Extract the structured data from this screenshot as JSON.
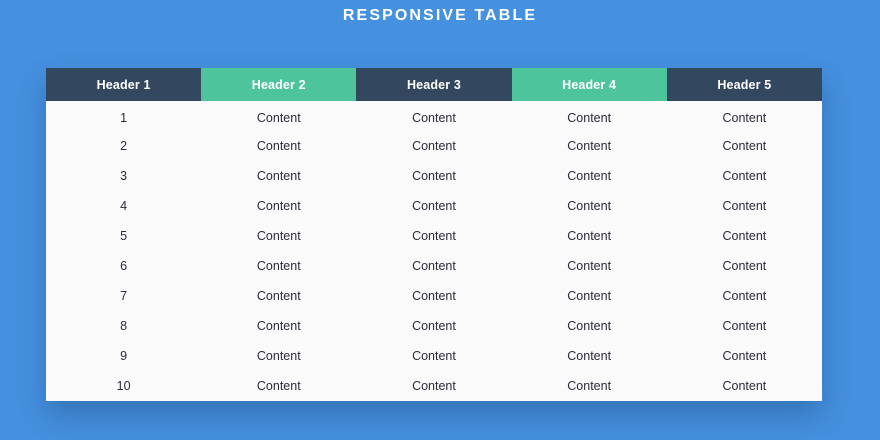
{
  "page": {
    "title": "RESPONSIVE TABLE",
    "background_color": "#4590df"
  },
  "colors": {
    "background": "#4590df",
    "header_dark": "#33475e",
    "header_accent": "#4ec49c",
    "row_background": "#fafafa",
    "title_text": "#ffffff",
    "body_text": "#2b2b3d"
  },
  "table": {
    "headers": [
      {
        "label": "Header 1",
        "style": "dark"
      },
      {
        "label": "Header 2",
        "style": "accent"
      },
      {
        "label": "Header 3",
        "style": "dark"
      },
      {
        "label": "Header 4",
        "style": "accent"
      },
      {
        "label": "Header 5",
        "style": "dark"
      }
    ],
    "rows": [
      [
        "1",
        "Content",
        "Content",
        "Content",
        "Content"
      ],
      [
        "2",
        "Content",
        "Content",
        "Content",
        "Content"
      ],
      [
        "3",
        "Content",
        "Content",
        "Content",
        "Content"
      ],
      [
        "4",
        "Content",
        "Content",
        "Content",
        "Content"
      ],
      [
        "5",
        "Content",
        "Content",
        "Content",
        "Content"
      ],
      [
        "6",
        "Content",
        "Content",
        "Content",
        "Content"
      ],
      [
        "7",
        "Content",
        "Content",
        "Content",
        "Content"
      ],
      [
        "8",
        "Content",
        "Content",
        "Content",
        "Content"
      ],
      [
        "9",
        "Content",
        "Content",
        "Content",
        "Content"
      ],
      [
        "10",
        "Content",
        "Content",
        "Content",
        "Content"
      ]
    ]
  }
}
